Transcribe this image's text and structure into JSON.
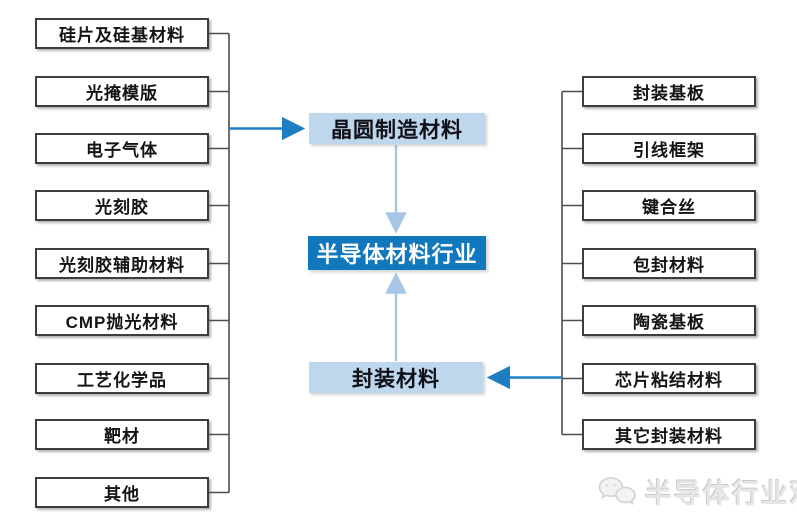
{
  "diagram": {
    "center": {
      "wafer_materials": "晶圆制造材料",
      "industry": "半导体材料行业",
      "packaging_materials": "封装材料"
    },
    "left": {
      "items": [
        "硅片及硅基材料",
        "光掩模版",
        "电子气体",
        "光刻胶",
        "光刻胶辅助材料",
        "CMP抛光材料",
        "工艺化学品",
        "靶材",
        "其他"
      ]
    },
    "right": {
      "items": [
        "封装基板",
        "引线框架",
        "键合丝",
        "包封材料",
        "陶瓷基板",
        "芯片粘结材料",
        "其它封装材料"
      ]
    },
    "watermark": "半导体行业观察",
    "colors": {
      "light_blue_box": "#bfd7ec",
      "dark_blue_box": "#1278be",
      "arrow_blue": "#1e7ec2",
      "arrow_light_blue": "#a7c6e5",
      "box_border": "#3d3d3d"
    }
  }
}
